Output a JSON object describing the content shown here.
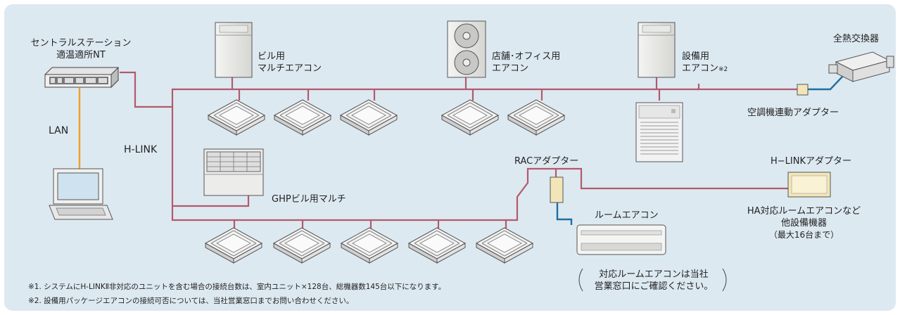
{
  "labels": {
    "central_station_line1": "セントラルステーション",
    "central_station_line2": "適温適所NT",
    "lan": "LAN",
    "hlink": "H-LINK",
    "building_multi_line1": "ビル用",
    "building_multi_line2": "マルチエアコン",
    "shop_office_line1": "店舗･オフィス用",
    "shop_office_line2": "エアコン",
    "equipment_line1": "設備用",
    "equipment_line2": "エアコン",
    "equipment_mark": "※2",
    "total_heat_exchanger": "全熱交換器",
    "ac_link_adapter": "空調機連動アダプター",
    "ghp_multi": "GHPビル用マルチ",
    "rac_adapter": "RACアダプター",
    "hlink_adapter": "H−LINKアダプター",
    "room_aircon": "ルームエアコン",
    "ha_line1": "HA対応ルームエアコンなど",
    "ha_line2": "他設備機器",
    "ha_line3": "（最大16台まで）",
    "contact_line1": "対応ルームエアコンは当社",
    "contact_line2": "営業窓口にご確認ください。"
  },
  "notes": {
    "note1": "※1. システムにH-LINKⅡ非対応のユニットを含む場合の接続台数は、室内ユニット×128台、総機器数145台以下になります。",
    "note2": "※2. 設備用パッケージエアコンの接続可否については、当社営業窓口までお問い合わせください。"
  },
  "colors": {
    "hlink_line": "#b35a6b",
    "lan_line": "#f0a020",
    "room_line": "#1f6f9f",
    "panel": "#dde9f1"
  }
}
